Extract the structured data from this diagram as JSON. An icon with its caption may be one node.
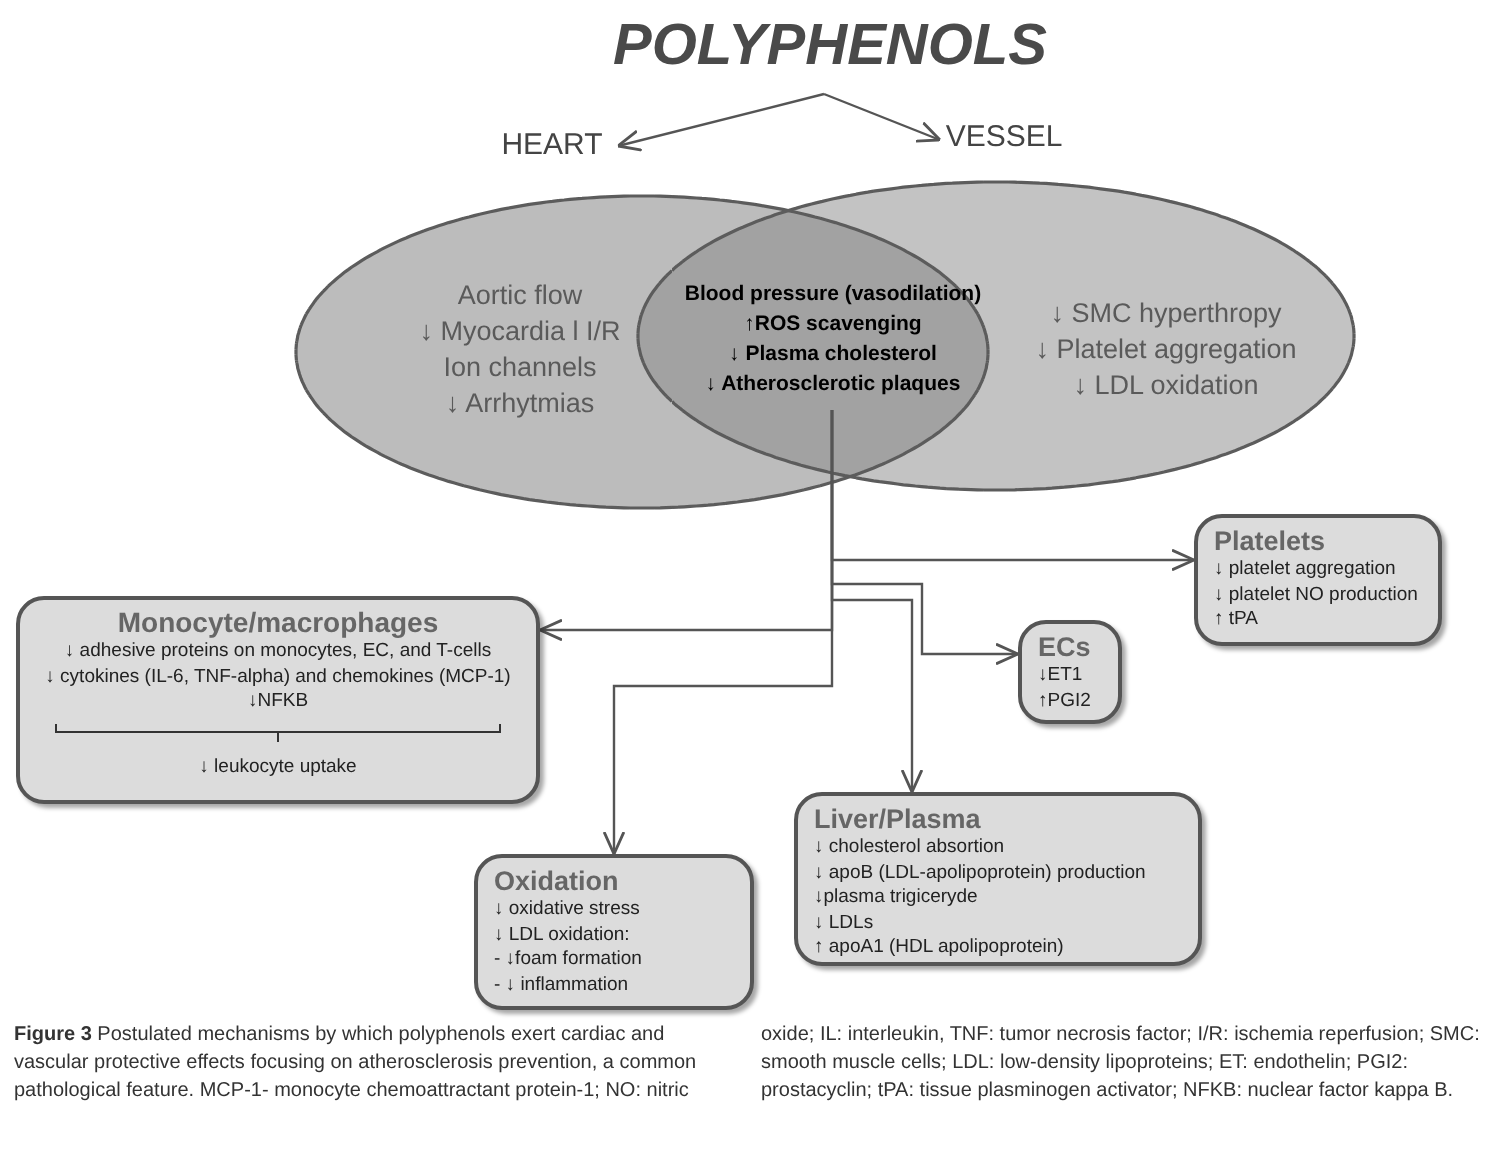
{
  "diagram": {
    "caption": "**Figure 3** Postulated mechanisms by which polyphenols exert cardiac and vascular protective effects focusing on atherosclerosis prevention, a common pathological feature. MCP-1- monocyte chemoattractant protein-1; NO: nitric oxide; IL: interleukin, TNF: tumor necrosis factor; I/R: ischemia reperfusion; SMC: smooth muscle cells; LDL: low-density lipoproteins; ET: endothelin; PGI2: prostacyclin; tPA: tissue plasminogen activator; NFKB: nuclear factor kappa B.",
    "nodes": [
      {
        "text": [
          "POLYPHENOLS"
        ]
      },
      {
        "text": [
          "HEART"
        ]
      },
      {
        "text": [
          "VESSEL"
        ]
      },
      {
        "text": [
          "Aortic flow",
          "↓ Myocardia l I/R",
          "Ion channels",
          "↓ Arrhytmias"
        ]
      },
      {
        "text": [
          "Blood pressure (vasodilation)",
          "↑ROS scavenging",
          "↓ Plasma cholesterol",
          "↓ Atherosclerotic plaques"
        ]
      },
      {
        "text": [
          "↓ SMC hyperthropy",
          "↓ Platelet aggregation",
          "↓ LDL oxidation"
        ]
      },
      {
        "text": [
          "Platelets",
          "↓ platelet aggregation",
          "↓ platelet NO production",
          "↑ tPA"
        ]
      },
      {
        "text": [
          "Monocyte/macrophages",
          "↓ adhesive proteins on monocytes, EC, and T-cells",
          "↓ cytokines (IL-6, TNF-alpha) and chemokines (MCP-1)",
          "↓NFKB",
          "↓ leukocyte uptake"
        ]
      },
      {
        "text": [
          "ECs",
          "↓ET1",
          "↑PGI2"
        ]
      },
      {
        "text": [
          "Liver/Plasma",
          "↓ cholesterol absortion",
          "↓ apoB (LDL-apolipoprotein) production",
          "↓plasma trigiceryde",
          "↓ LDLs",
          "↑ apoA1 (HDL apolipoprotein)"
        ]
      },
      {
        "text": [
          "Oxidation",
          "↓ oxidative stress",
          "↓ LDL oxidation:",
          "- ↓foam formation",
          "- ↓ inflammation"
        ]
      }
    ],
    "edges": [
      {
        "from": 0,
        "to": 1,
        "arrow": "to"
      },
      {
        "from": 0,
        "to": 2,
        "arrow": "to"
      },
      {
        "from": 4,
        "to": 6,
        "arrow": "to"
      },
      {
        "from": 4,
        "to": 7,
        "arrow": "to"
      },
      {
        "from": 4,
        "to": 8,
        "arrow": "to"
      },
      {
        "from": 4,
        "to": 9,
        "arrow": "to"
      },
      {
        "from": 4,
        "to": 10,
        "arrow": "to"
      }
    ]
  }
}
